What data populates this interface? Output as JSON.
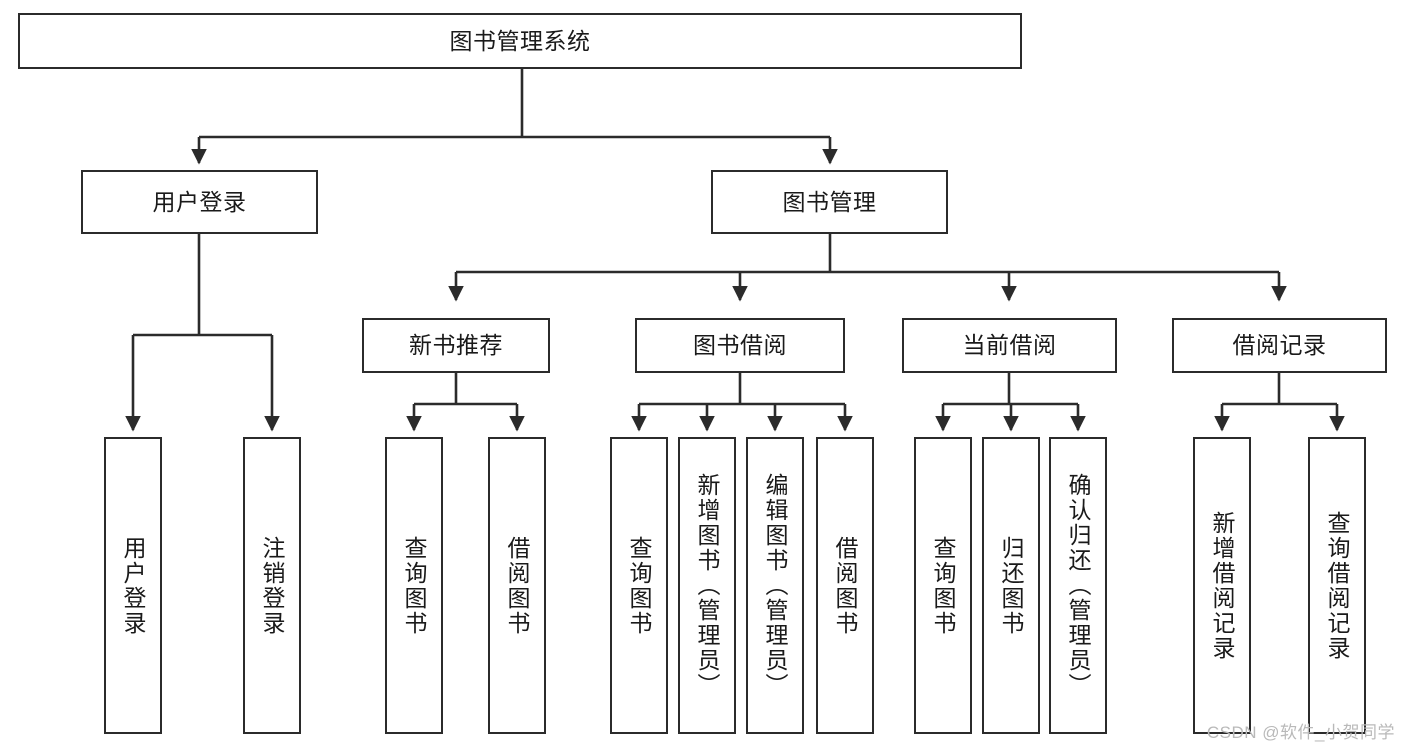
{
  "diagram": {
    "type": "tree-hierarchy",
    "title": "图书管理系统",
    "watermark": "CSDN @软件_小贺同学",
    "colors": {
      "stroke": "#2b2b2b",
      "fill": "#ffffff",
      "text": "#1a1a1a",
      "watermark": "#b9b9b9"
    },
    "root": {
      "label": "图书管理系统"
    },
    "level1": [
      {
        "label": "用户登录"
      },
      {
        "label": "图书管理"
      }
    ],
    "level2": [
      {
        "label": "新书推荐"
      },
      {
        "label": "图书借阅"
      },
      {
        "label": "当前借阅"
      },
      {
        "label": "借阅记录"
      }
    ],
    "leaves": {
      "user_login": [
        {
          "label": "用户登录"
        },
        {
          "label": "注销登录"
        }
      ],
      "new_book": [
        {
          "label": "查询图书"
        },
        {
          "label": "借阅图书"
        }
      ],
      "book_borrow": [
        {
          "label": "查询图书"
        },
        {
          "label": "新增图书（管理员）"
        },
        {
          "label": "编辑图书（管理员）"
        },
        {
          "label": "借阅图书"
        }
      ],
      "current_borrow": [
        {
          "label": "查询图书"
        },
        {
          "label": "归还图书"
        },
        {
          "label": "确认归还（管理员）"
        }
      ],
      "borrow_record": [
        {
          "label": "新增借阅记录"
        },
        {
          "label": "查询借阅记录"
        }
      ]
    }
  }
}
